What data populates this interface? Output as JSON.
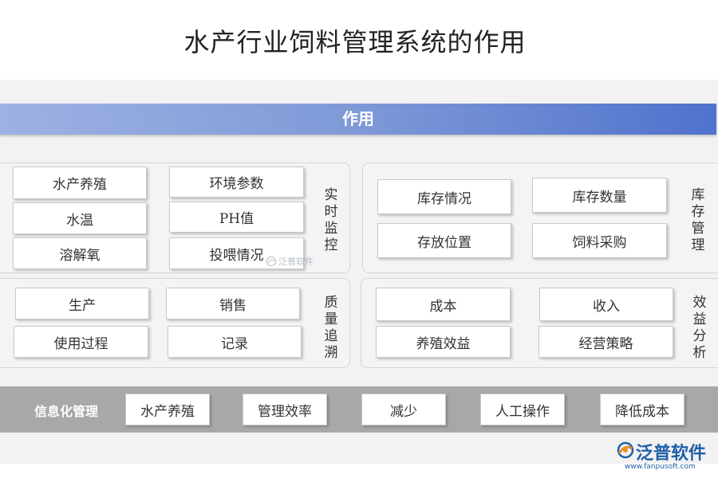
{
  "title": "水产行业饲料管理系统的作用",
  "banner": "作用",
  "sections": {
    "realtime_monitor": {
      "label": "实时监控",
      "items": [
        "水产养殖",
        "环境参数",
        "水温",
        "PH值",
        "溶解氧",
        "投喂情况"
      ]
    },
    "inventory": {
      "label": "库存管理",
      "items": [
        "库存情况",
        "库存数量",
        "存放位置",
        "饲料采购"
      ]
    },
    "quality_trace": {
      "label": "质量追溯",
      "items": [
        "生产",
        "销售",
        "使用过程",
        "记录"
      ]
    },
    "benefit": {
      "label": "效益分析",
      "items": [
        "成本",
        "收入",
        "养殖效益",
        "经营策略"
      ]
    }
  },
  "info_management": {
    "label": "信息化管理",
    "items": [
      "水产养殖",
      "管理效率",
      "减少",
      "人工操作",
      "降低成本"
    ]
  },
  "logo": {
    "name": "泛普软件",
    "url": "www.fanpusoft.com",
    "brand_color": "#1f5fa8"
  },
  "watermark": "泛普软件",
  "colors": {
    "banner_start": "#9db2e3",
    "banner_end": "#4f72cc",
    "bottom_bar": "#a8a8a8"
  }
}
